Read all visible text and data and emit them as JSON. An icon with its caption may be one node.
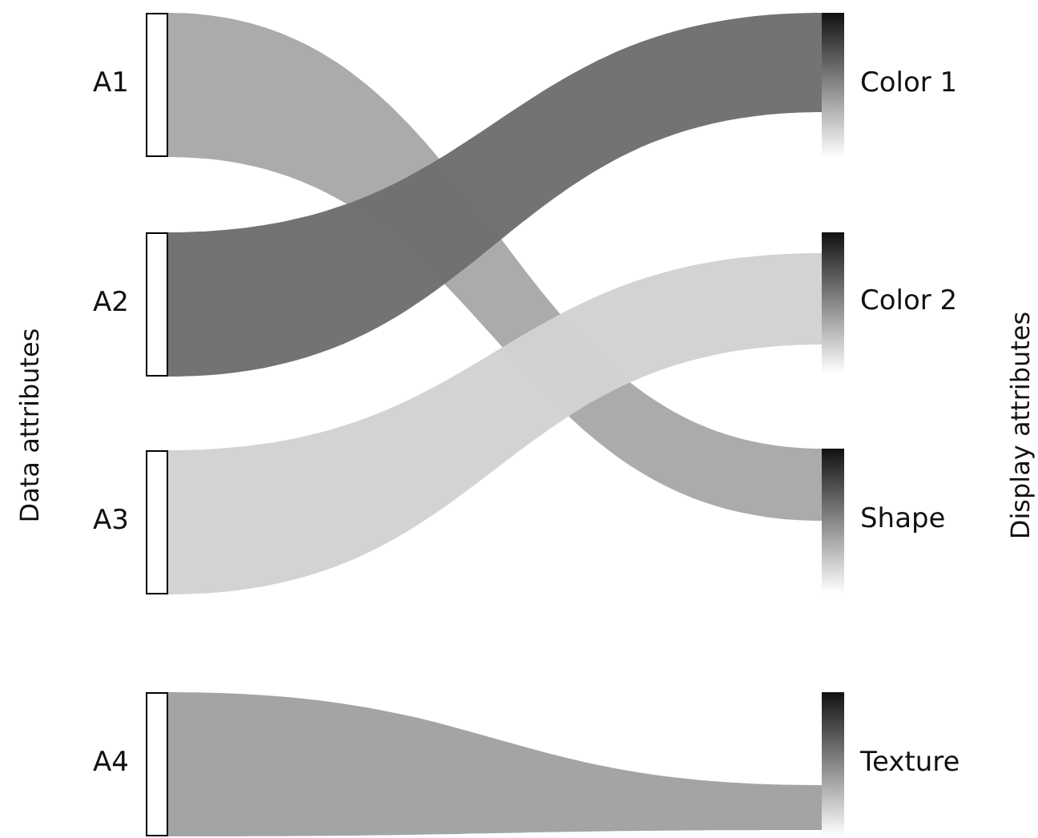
{
  "diagram": {
    "nodes": [
      {
        "text": [
          "A1"
        ]
      },
      {
        "text": [
          "A2"
        ]
      },
      {
        "text": [
          "A3"
        ]
      },
      {
        "text": [
          "A4"
        ]
      },
      {
        "text": [
          "Color 1"
        ]
      },
      {
        "text": [
          "Color 2"
        ]
      },
      {
        "text": [
          "Shape"
        ]
      },
      {
        "text": [
          "Texture"
        ]
      }
    ],
    "edges": [
      {
        "from": 0,
        "to": 6,
        "arrow": "none",
        "color": "#a7a8aa"
      },
      {
        "from": 1,
        "to": 4,
        "arrow": "none",
        "color": "#6d6e70"
      },
      {
        "from": 2,
        "to": 5,
        "arrow": "none",
        "color": "#d1d2d3"
      },
      {
        "from": 3,
        "to": 7,
        "arrow": "none",
        "color": "#a0a1a3"
      }
    ],
    "labels": [
      "Data attributes",
      "Display attributes"
    ]
  }
}
